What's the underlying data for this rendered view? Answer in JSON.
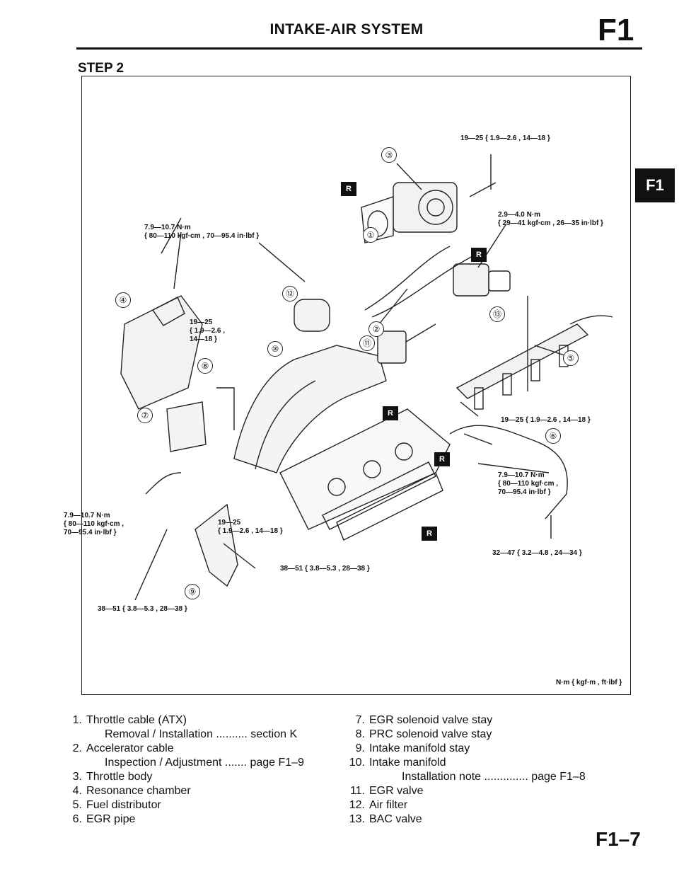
{
  "header": {
    "title": "INTAKE-AIR SYSTEM",
    "section": "F1"
  },
  "step": "STEP 2",
  "side_tab": "F1",
  "figure": {
    "torque_labels": {
      "t_throttle_bolt": "19—25 { 1.9—2.6 , 14—18 }",
      "t_bac_l1": "2.9—4.0 N·m",
      "t_bac_l2": "{ 29—41 kgf·cm , 26—35 in·lbf }",
      "t_resonance_l1": "7.9—10.7 N·m",
      "t_resonance_l2": "{ 80—110 kgf·cm , 70—95.4 in·lbf }",
      "t_mid_l1": "19—25",
      "t_mid_l2": "{ 1.9—2.6 ,",
      "t_mid_l3": "14—18 }",
      "t_distributor": "19—25 { 1.9—2.6 , 14—18 }",
      "t_egr_l1": "7.9—10.7 N·m",
      "t_egr_l2": "{ 80—110 kgf·cm ,",
      "t_egr_l3": "70—95.4 in·lbf }",
      "t_left_l1": "7.9—10.7 N·m",
      "t_left_l2": "{ 80—110 kgf·cm ,",
      "t_left_l3": "70—95.4 in·lbf }",
      "t_stay_l1": "19—25",
      "t_stay_l2": "{ 1.9—2.6 , 14—18 }",
      "t_manifold": "38—51 { 3.8—5.3 , 28—38 }",
      "t_pipe": "32—47 { 3.2—4.8 , 24—34 }",
      "t_stay_bottom": "38—51 { 3.8—5.3 , 28—38 }"
    },
    "callouts": [
      "①",
      "②",
      "③",
      "④",
      "⑤",
      "⑥",
      "⑦",
      "⑧",
      "⑨",
      "⑩",
      "⑪",
      "⑫",
      "⑬"
    ],
    "replace_mark": "R",
    "units_note": "N·m { kgf·m , ft·lbf }"
  },
  "legend": {
    "left": [
      {
        "n": "1.",
        "text": "Throttle cable (ATX)"
      },
      {
        "n": "",
        "text": "Removal / Installation .......... section K",
        "sub": true
      },
      {
        "n": "2.",
        "text": "Accelerator cable"
      },
      {
        "n": "",
        "text": "Inspection / Adjustment ....... page F1–9",
        "sub": true
      },
      {
        "n": "3.",
        "text": "Throttle body"
      },
      {
        "n": "4.",
        "text": "Resonance chamber"
      },
      {
        "n": "5.",
        "text": "Fuel distributor"
      },
      {
        "n": "6.",
        "text": "EGR pipe"
      }
    ],
    "right": [
      {
        "n": "7.",
        "text": "EGR solenoid valve stay"
      },
      {
        "n": "8.",
        "text": "PRC solenoid valve stay"
      },
      {
        "n": "9.",
        "text": "Intake manifold stay"
      },
      {
        "n": "10.",
        "text": "Intake manifold"
      },
      {
        "n": "",
        "text": "Installation note .............. page F1–8",
        "sub": true
      },
      {
        "n": "11.",
        "text": "EGR valve"
      },
      {
        "n": "12.",
        "text": "Air filter"
      },
      {
        "n": "13.",
        "text": "BAC valve"
      }
    ]
  },
  "page_number": "F1–7"
}
